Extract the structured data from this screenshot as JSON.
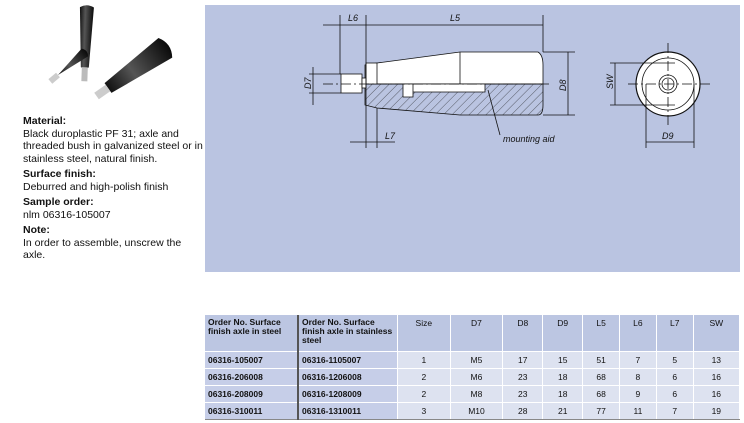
{
  "specs": {
    "material_label": "Material:",
    "material_text": "Black duroplastic PF 31; axle and threaded bush in galvanized steel or in stainless steel, natural finish.",
    "surface_label": "Surface finish:",
    "surface_text": "Deburred and high-polish finish",
    "sample_label": "Sample order:",
    "sample_text": "nlm 06316-105007",
    "note_label": "Note:",
    "note_text": "In order to assemble, unscrew the axle."
  },
  "drawing": {
    "L6": "L6",
    "L5": "L5",
    "D7": "D7",
    "D8": "D8",
    "L7": "L7",
    "SW": "SW",
    "D9": "D9",
    "mounting_aid": "mounting aid"
  },
  "table": {
    "headers": [
      "Order No. Surface finish axle in steel",
      "Order No. Surface finish axle in stainless steel",
      "Size",
      "D7",
      "D8",
      "D9",
      "L5",
      "L6",
      "L7",
      "SW"
    ],
    "rows": [
      [
        "06316-105007",
        "06316-1105007",
        "1",
        "M5",
        "17",
        "15",
        "51",
        "7",
        "5",
        "13"
      ],
      [
        "06316-206008",
        "06316-1206008",
        "2",
        "M6",
        "23",
        "18",
        "68",
        "8",
        "6",
        "16"
      ],
      [
        "06316-208009",
        "06316-1208009",
        "2",
        "M8",
        "23",
        "18",
        "68",
        "9",
        "6",
        "16"
      ],
      [
        "06316-310011",
        "06316-1310011",
        "3",
        "M10",
        "28",
        "21",
        "77",
        "11",
        "7",
        "19"
      ]
    ]
  }
}
